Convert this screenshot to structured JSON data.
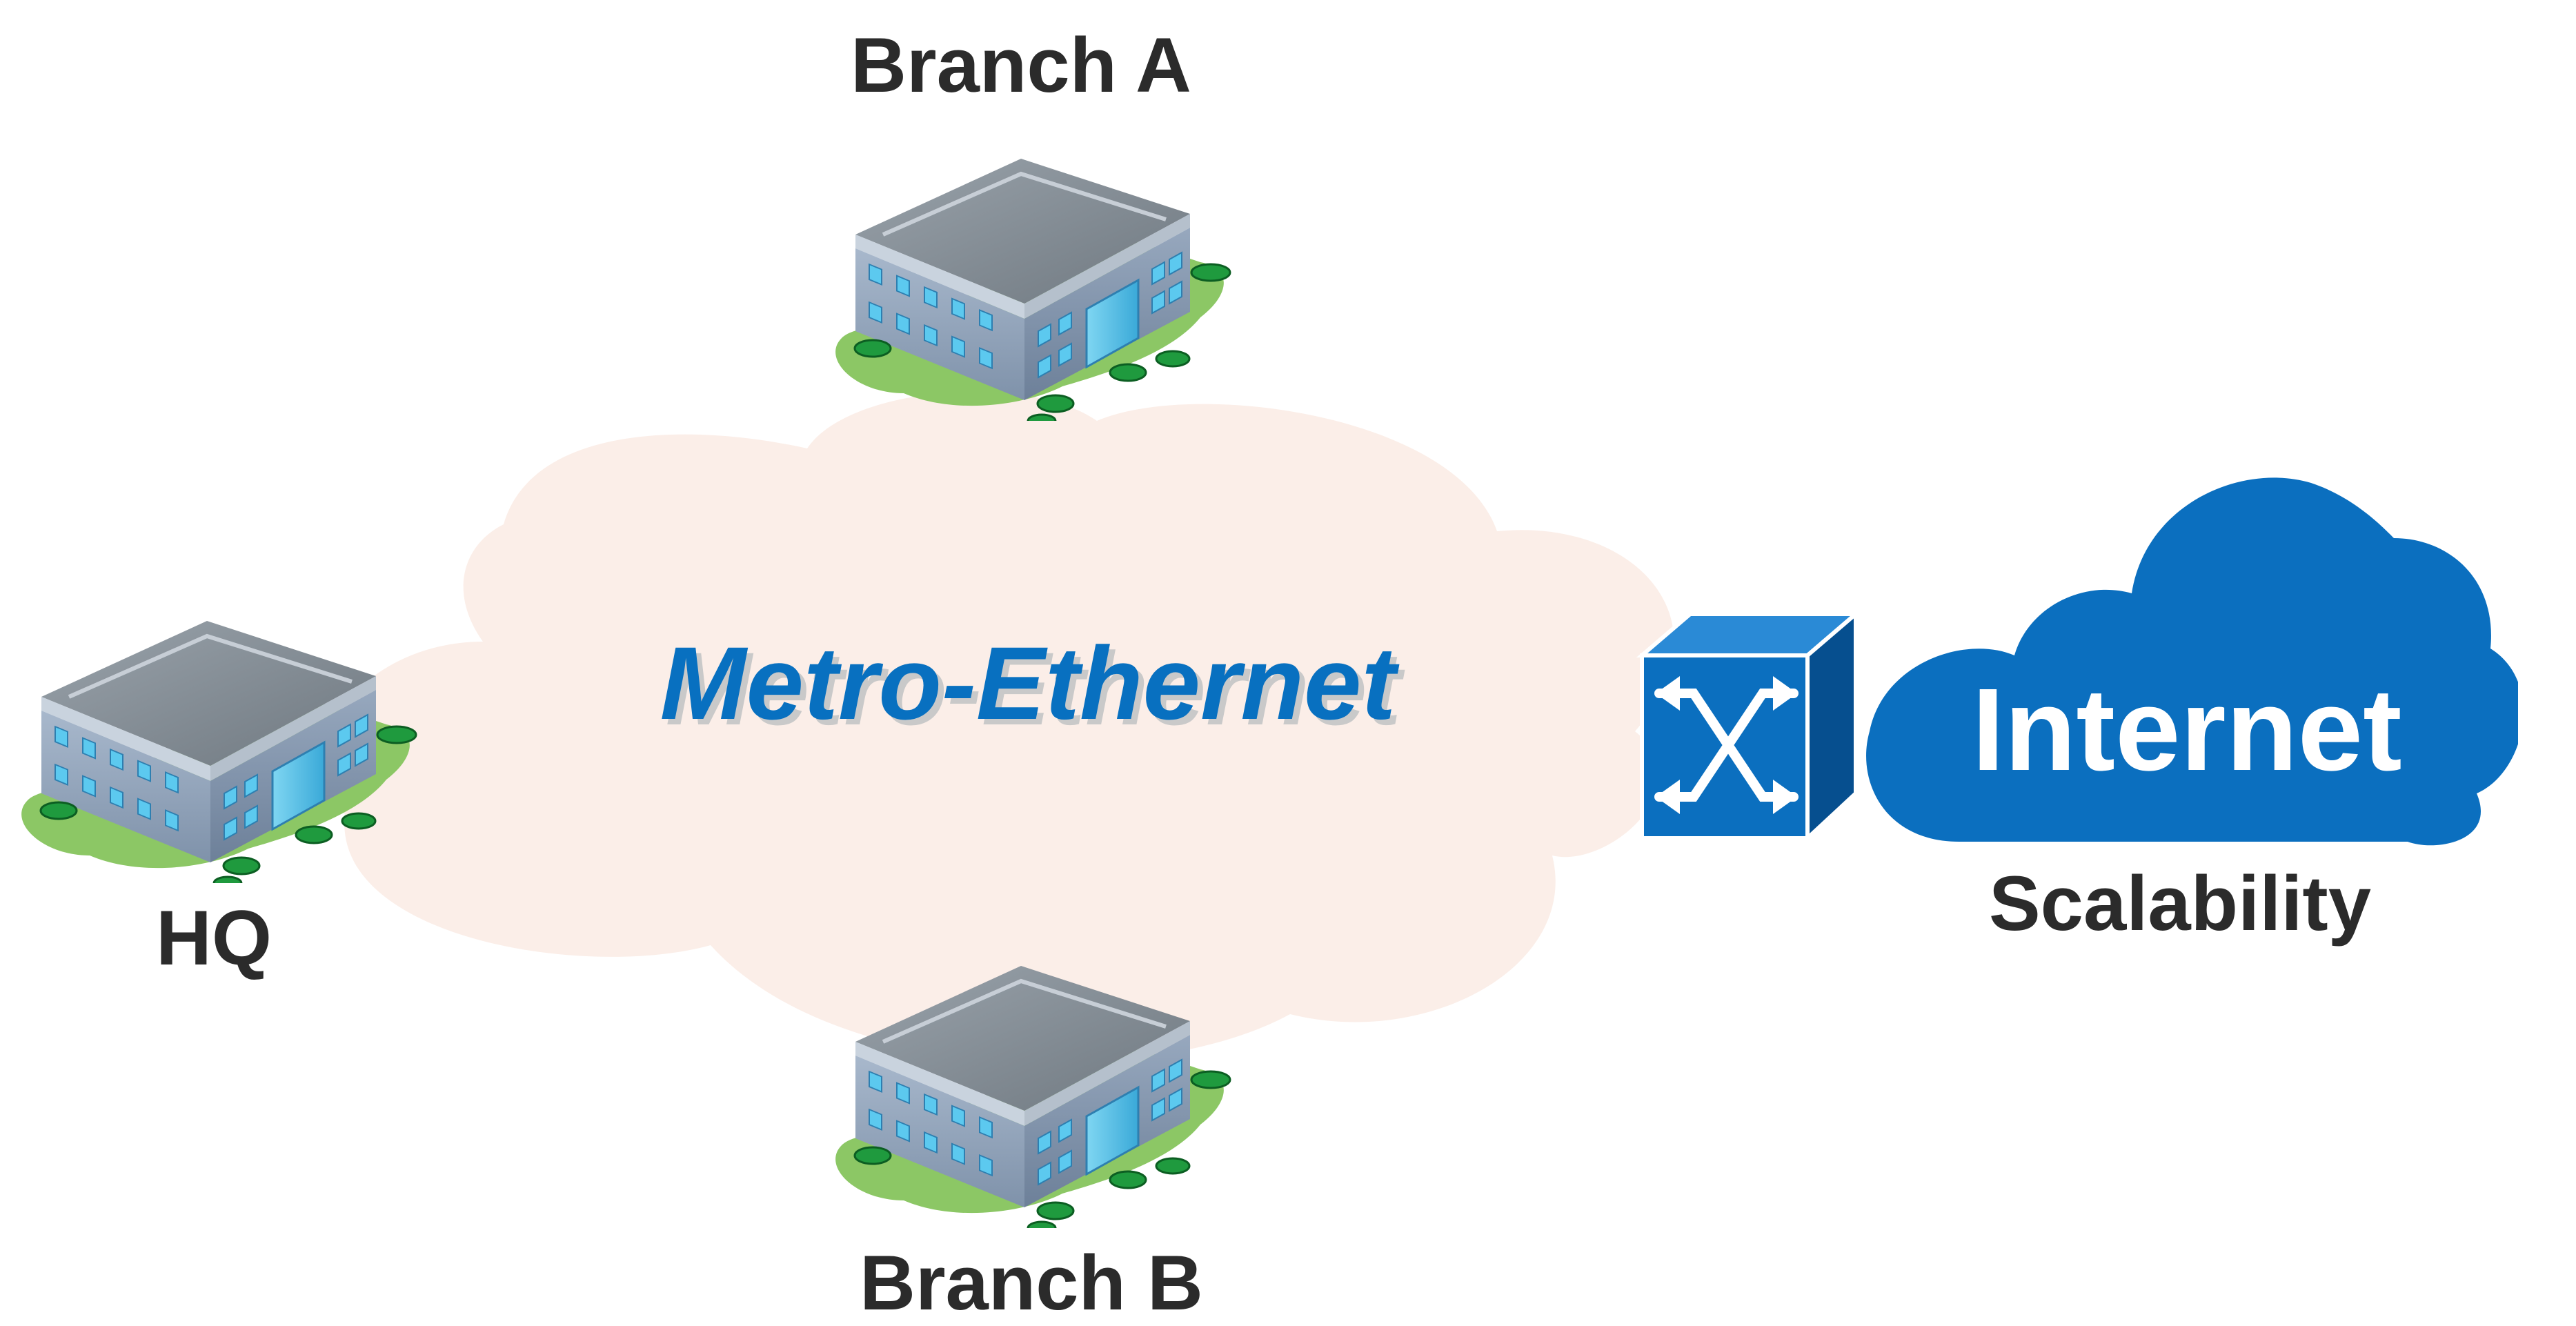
{
  "sites": {
    "hq": "HQ",
    "branch_a": "Branch A",
    "branch_b": "Branch B"
  },
  "metro": {
    "title": "Metro-Ethernet"
  },
  "internet": {
    "title": "Internet",
    "caption": "Scalability"
  },
  "colors": {
    "metro_cloud": "#fbeee8",
    "metro_text": "#0870c0",
    "internet_cloud": "#0b6fbf",
    "switch": "#0b6fbf",
    "label_text": "#2b2b2b"
  },
  "icons": [
    "building-icon",
    "switch-icon",
    "metro-cloud-icon",
    "internet-cloud-icon"
  ]
}
